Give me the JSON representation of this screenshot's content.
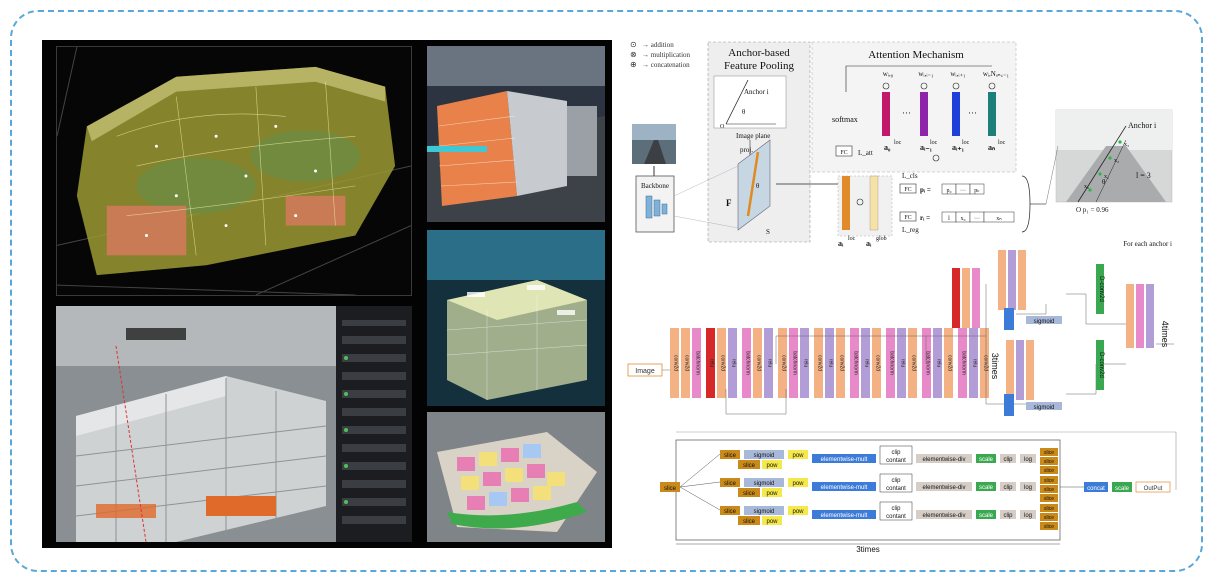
{
  "architecture": {
    "legend": [
      "→ addition",
      "→ multiplication",
      "→ concatenation"
    ],
    "legend_symbols": [
      "⊙",
      "⊗",
      "⊕"
    ],
    "pooling_title": [
      "Anchor-based",
      "Feature Pooling"
    ],
    "anchor_i": "Anchor i",
    "theta": "θ",
    "origin": "O",
    "image_plane": "Image plane",
    "proj": "proj.",
    "backbone": "Backbone",
    "feature_F": "F",
    "s_back": "S",
    "attention_title": "Attention Mechanism",
    "weights": [
      "w_{i,0}",
      "w_{i,i−1}",
      "w_{i,i+1}",
      "w_{i,N_anc−1}"
    ],
    "weights_display": [
      "wᵢ,₀",
      "wᵢ,ᵢ₋₁",
      "wᵢ,ᵢ₊₁",
      "wᵢ,Nₐₙ꜀₋₁"
    ],
    "softmax": "softmax",
    "fc": "FC",
    "l_att": "L_att",
    "loc_vectors": [
      "a₀",
      "aᵢ₋₁",
      "aᵢ₊₁",
      "aₙ"
    ],
    "loc_super": "loc",
    "glob_super": "glob",
    "a_i": "aᵢ",
    "l_cls": "L_cls",
    "l_reg": "L_reg",
    "p_i": "pᵢ =",
    "r_i": "rᵢ =",
    "p_cells": [
      "p₀",
      "···",
      "pₖ"
    ],
    "r_cells": [
      "l",
      "x₀",
      "···",
      "xₙ"
    ],
    "anchor_right": "Anchor i",
    "x_labels": [
      "x₃",
      "x₂",
      "x₁",
      "x₀"
    ],
    "l_eq": "l = 3",
    "o_p": "O  p₁ = 0.96",
    "for_each": "For each anchor i"
  },
  "cnn": {
    "input_label": "Image",
    "layer_text_conv": "conv2d",
    "layer_text_bn": "batchnorm",
    "layer_text_relu": "relu",
    "sigmoid": "sigmoid",
    "deconv": "D-conv2d",
    "times_3": "3times",
    "times_4": "4times"
  },
  "post": {
    "slice": "slice",
    "sigmoid": "sigmoid",
    "pow": "pow",
    "ew_mult": "elementwise-mult",
    "clip_top": "clip",
    "clip_bottom": "contant",
    "ew_div": "elementwise-div",
    "scale": "scale",
    "clip": "clip",
    "log": "log",
    "concat": "concat",
    "output": "OutPut",
    "times_3": "3times"
  },
  "colors": {
    "frame": "#5aa7d9",
    "conv": "#f4b183",
    "bn": "#e889c9",
    "relu": "#b39dd6",
    "red": "#d62828",
    "green": "#3aa850",
    "blue": "#3c7bd8",
    "slice": "#c98a1a"
  }
}
